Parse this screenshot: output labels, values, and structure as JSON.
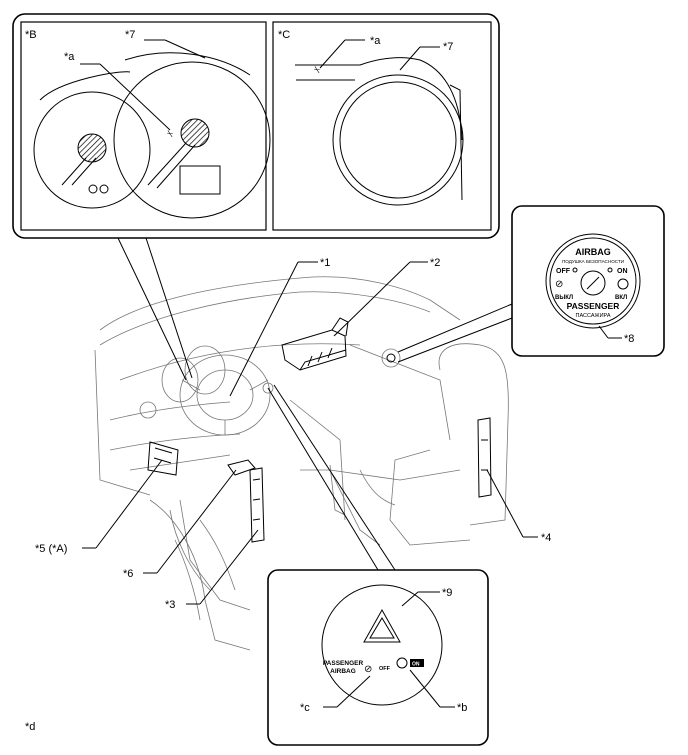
{
  "labels": {
    "dash_component_1": "*1",
    "dash_component_2": "*2",
    "dash_component_3": "*3",
    "dash_component_4": "*4",
    "dash_component_5": "*5 (*A)",
    "dash_component_6": "*6",
    "meter_7_b": "*7",
    "meter_7_c": "*7",
    "switch_8": "*8",
    "switch_9": "*9",
    "indicator_a_b": "*a",
    "indicator_a_c": "*a",
    "indicator_b": "*b",
    "indicator_c": "*c",
    "note_d": "*d",
    "view_b": "*B",
    "view_c": "*C"
  },
  "airbag_switch": {
    "title": "AIRBAG",
    "title_ru": "ПОДУШКА БЕЗОПАСНОСТИ",
    "off": "OFF",
    "on": "ON",
    "off_ru": "ВЫКЛ",
    "on_ru": "ВКЛ",
    "passenger": "PASSENGER",
    "passenger_ru": "ПАССАЖИРА"
  },
  "hazard_panel": {
    "passenger": "PASSENGER",
    "airbag": "AIRBAG",
    "off": "OFF",
    "on": "ON"
  },
  "colors": {
    "line": "#000000",
    "background": "#ffffff",
    "sketch": "#777777"
  },
  "icons": [
    "seatbelt-indicator-icon",
    "hazard-triangle-icon",
    "airbag-off-icon",
    "airbag-on-icon",
    "key-slot-icon"
  ]
}
